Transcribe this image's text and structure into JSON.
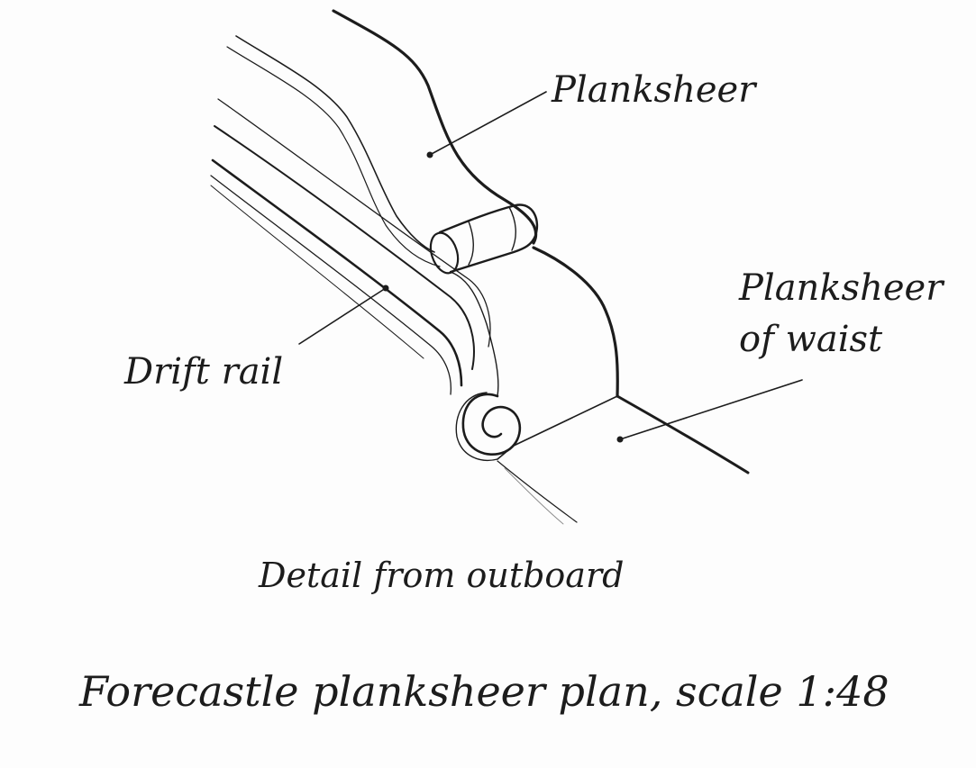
{
  "diagram": {
    "labels": {
      "planksheer": "Planksheer",
      "planksheer_of_waist_line1": "Planksheer",
      "planksheer_of_waist_line2": "of  waist",
      "drift_rail": "Drift rail",
      "detail_caption": "Detail from outboard",
      "figure_caption": "Forecastle planksheer plan, scale 1:48"
    },
    "colors": {
      "ink": "#1c1c1c",
      "faint_line": "#8a8a8a",
      "paper": "#fdfdfd"
    }
  }
}
